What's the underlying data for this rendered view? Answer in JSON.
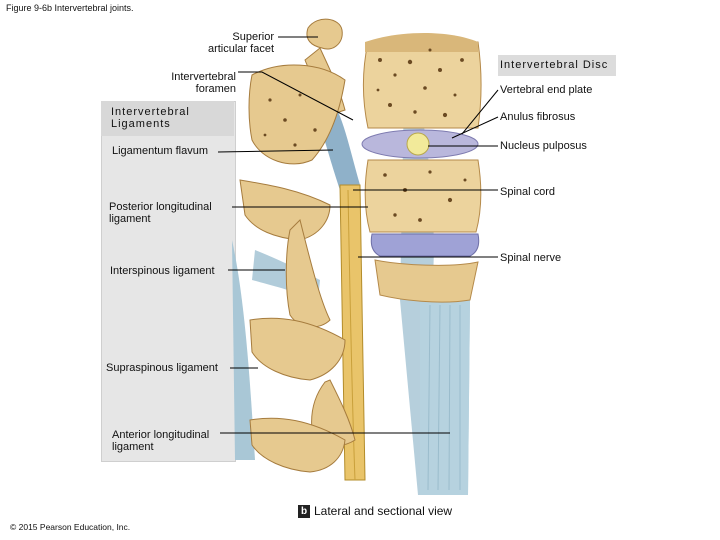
{
  "figure_title": "Figure 9-6b Intervertebral joints.",
  "copyright": "© 2015 Pearson Education, Inc.",
  "caption": {
    "badge": "b",
    "text": "Lateral and sectional view"
  },
  "headings": {
    "disc": "Intervertebral Disc",
    "ligaments": "Intervertebral\nLigaments"
  },
  "labels": {
    "superior_articular_facet": "Superior\narticular facet",
    "intervertebral_foramen": "Intervertebral\nforamen",
    "ligamentum_flavum": "Ligamentum flavum",
    "posterior_longitudinal_ligament": "Posterior longitudinal\nligament",
    "interspinous_ligament": "Interspinous ligament",
    "supraspinous_ligament": "Supraspinous ligament",
    "anterior_longitudinal_ligament": "Anterior longitudinal\nligament",
    "vertebral_end_plate": "Vertebral end plate",
    "anulus_fibrosus": "Anulus fibrosus",
    "nucleus_pulposus": "Nucleus pulposus",
    "spinal_cord": "Spinal cord",
    "spinal_nerve": "Spinal nerve"
  },
  "colors": {
    "bone": "#e6c98f",
    "bone_dark": "#c99a55",
    "ligament_blue": "#a9c7d6",
    "disc_lavender": "#b9b7dc",
    "cord": "#e9c46a",
    "nucleus": "#f2ea9a"
  }
}
